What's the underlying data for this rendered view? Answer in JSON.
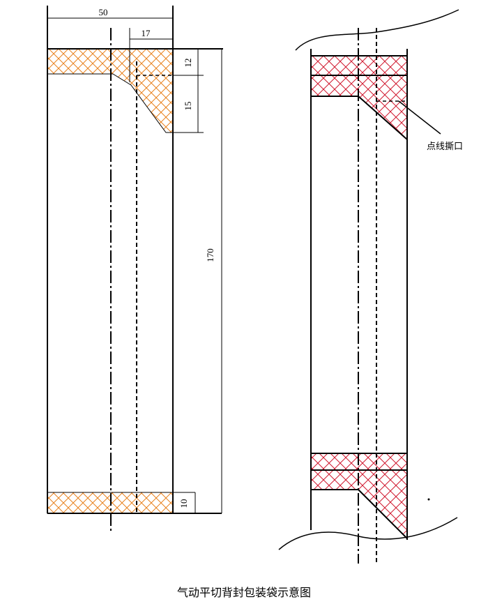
{
  "figure": {
    "caption": "气动平切背封包装袋示意图",
    "callout_label": "点线撕口"
  },
  "dimensions": {
    "width": "50",
    "tear_offset": "17",
    "top_seal": "12",
    "taper": "15",
    "length": "170",
    "bottom_seal": "10"
  },
  "colors": {
    "left_hatch": "#e8821e",
    "right_hatch": "#d0192f",
    "ink": "#000000"
  }
}
